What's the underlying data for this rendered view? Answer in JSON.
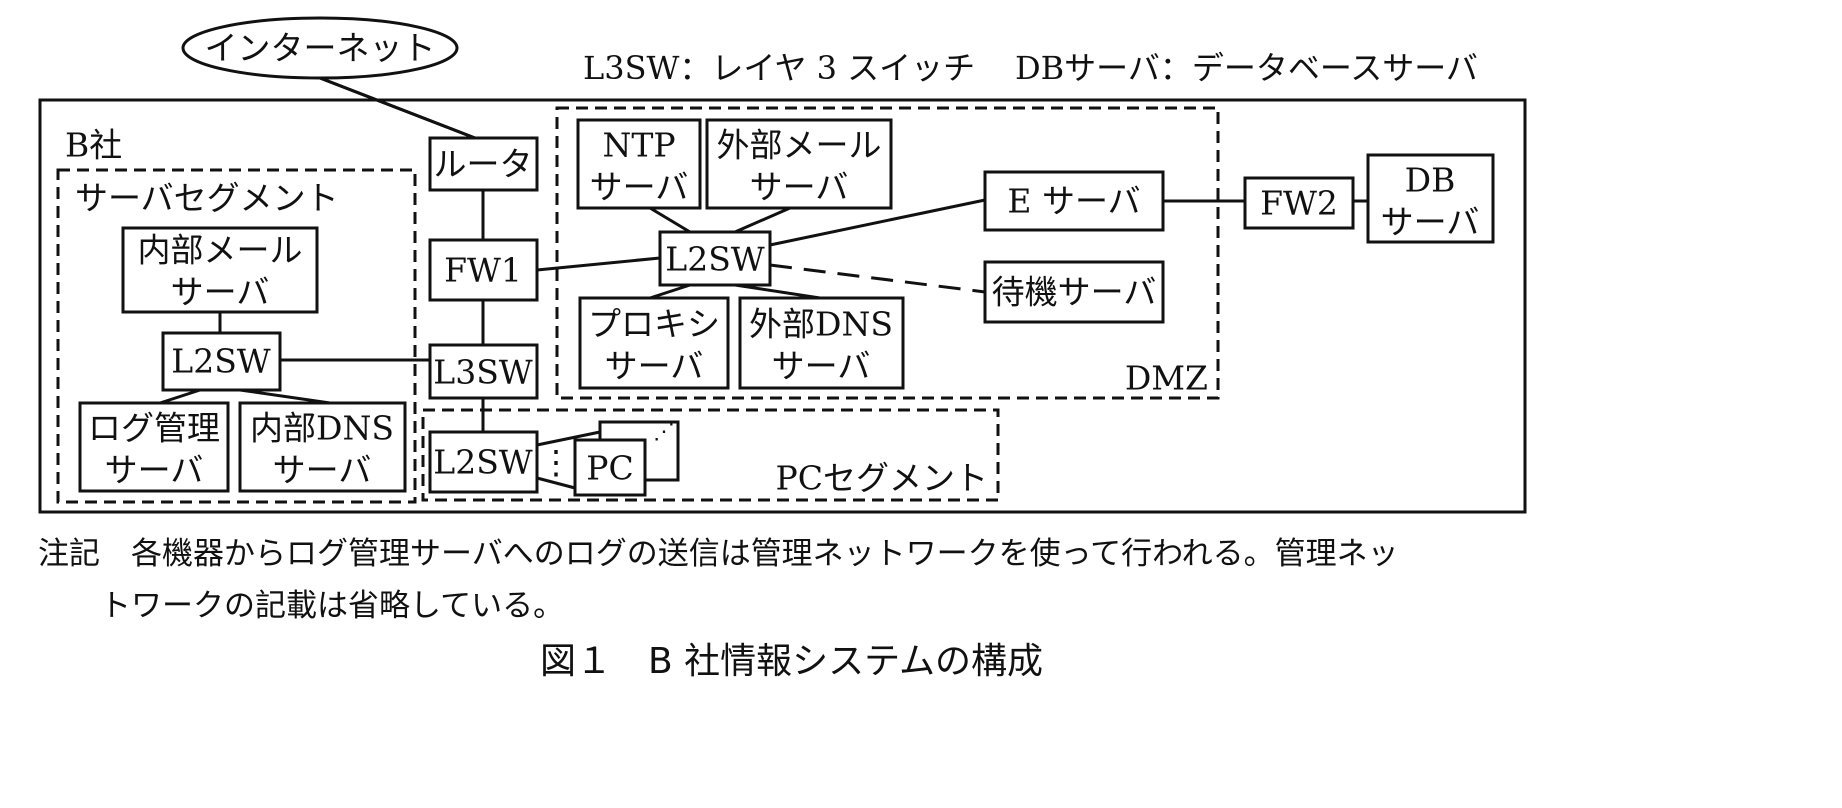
{
  "legend": {
    "l3sw": "L3SW：レイヤ 3 スイッチ",
    "db": "DBサーバ：データベースサーバ"
  },
  "internet": "インターネット",
  "company": "B社",
  "zones": {
    "server_segment": "サーバセグメント",
    "dmz": "DMZ",
    "pc_segment": "PCセグメント"
  },
  "nodes": {
    "router": "ルータ",
    "fw1": "FW1",
    "l3sw": "L3SW",
    "internal_mail": [
      "内部メール",
      "サーバ"
    ],
    "server_l2sw": "L2SW",
    "log_mgmt": [
      "ログ管理",
      "サーバ"
    ],
    "internal_dns": [
      "内部DNS",
      "サーバ"
    ],
    "ntp": [
      "NTP",
      "サーバ"
    ],
    "external_mail": [
      "外部メール",
      "サーバ"
    ],
    "dmz_l2sw": "L2SW",
    "proxy": [
      "プロキシ",
      "サーバ"
    ],
    "external_dns": [
      "外部DNS",
      "サーバ"
    ],
    "e_server": "E サーバ",
    "standby_server": "待機サーバ",
    "fw2": "FW2",
    "db_server": [
      "DB",
      "サーバ"
    ],
    "pc_l2sw": "L2SW",
    "pc": "PC",
    "pc_dots": "⋮",
    "pc_more": "⋰"
  },
  "note": {
    "line1": "注記　各機器からログ管理サーバへのログの送信は管理ネットワークを使って行われる。管理ネッ",
    "line2": "トワークの記載は省略している。"
  },
  "caption": "図１　B 社情報システムの構成"
}
